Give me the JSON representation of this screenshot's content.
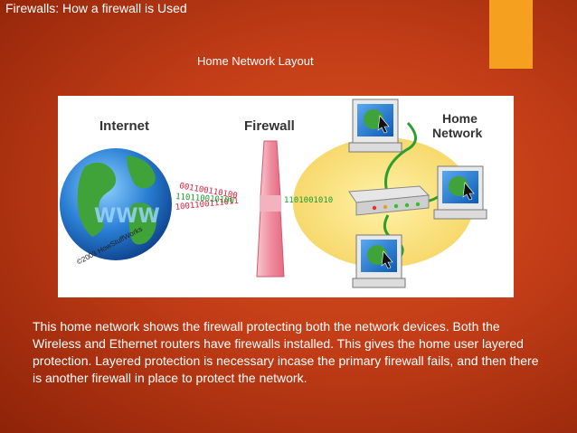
{
  "slide": {
    "title": "Firewalls: How a firewall is Used",
    "subtitle": "Home Network Layout",
    "caption": "This home network shows the firewall protecting both the network devices. Both the Wireless and Ethernet routers have firewalls installed. This gives the home user layered protection. Layered protection is necessary incase the primary firewall fails, and then there is another firewall in place to protect the network."
  },
  "diagram": {
    "internet_label": "Internet",
    "firewall_label": "Firewall",
    "home_label_line1": "Home",
    "home_label_line2": "Network",
    "globe_text": "WWW",
    "copyright": "©2003 HowStuffWorks",
    "red_bits_1": "001100110100",
    "red_bits_2": "1001100111011",
    "green_bits_1": "110110010100",
    "green_bits_2": "1101001010"
  },
  "colors": {
    "accent": "#f5a01e",
    "background": "#c23d17"
  }
}
